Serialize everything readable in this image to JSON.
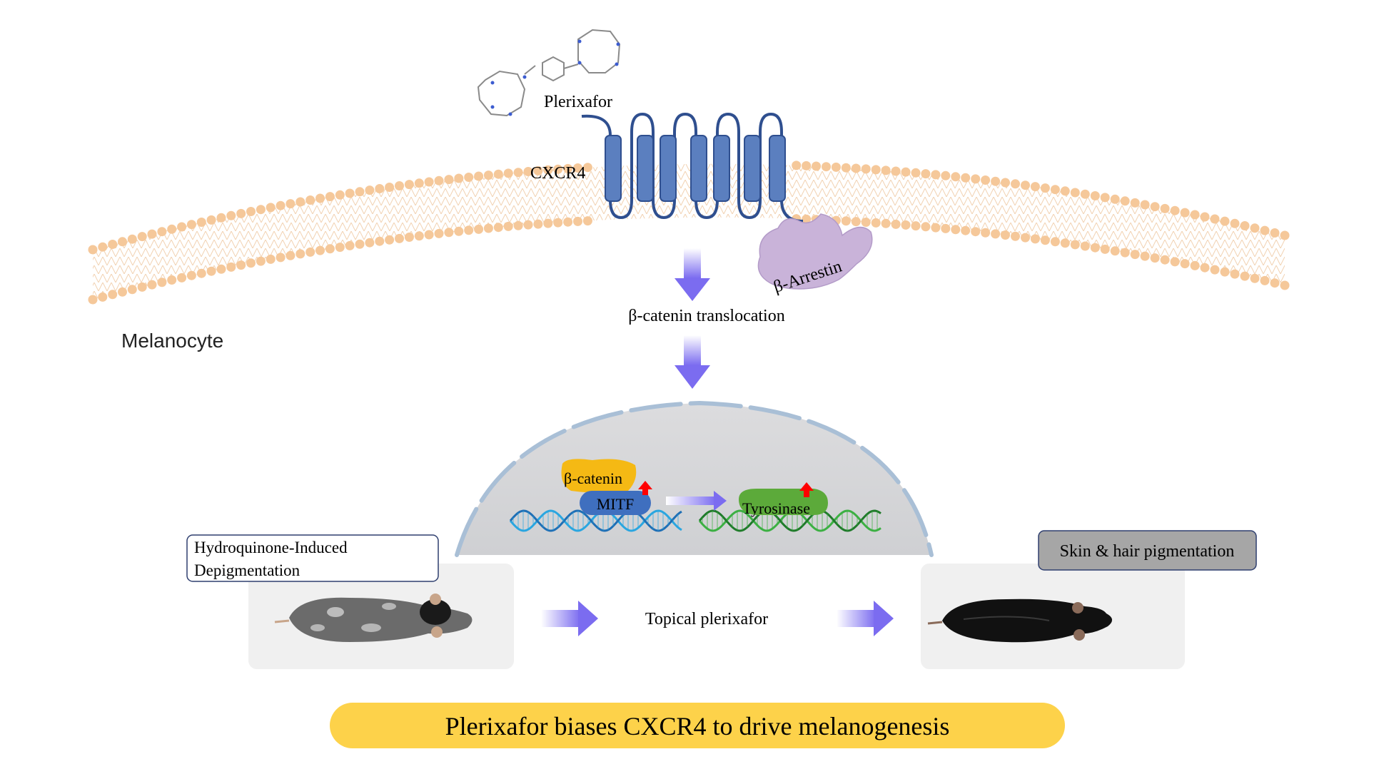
{
  "labels": {
    "plerixafor": "Plerixafor",
    "cxcr4": "CXCR4",
    "beta_arrestin": "β-Arrestin",
    "beta_catenin_translocation": "β-catenin translocation",
    "melanocyte": "Melanocyte",
    "beta_catenin": "β-catenin",
    "mitf": "MITF",
    "tyrosinase": "Tyrosinase",
    "hydroquinone_line1": "Hydroquinone-Induced",
    "hydroquinone_line2": "Depigmentation",
    "topical_plerixafor": "Topical plerixafor",
    "skin_hair": "Skin & hair pigmentation",
    "conclusion": "Plerixafor biases CXCR4 to drive melanogenesis"
  },
  "colors": {
    "membrane": "#f5c89a",
    "membrane_tail": "#f3d9bd",
    "receptor": "#5b7fbf",
    "receptor_outline": "#2f4f8f",
    "arrestin": "#c9b3d9",
    "arrow_gradient_start": "#ffffff",
    "arrow_gradient_end": "#7b6cf0",
    "nucleus": "#d8d9db",
    "nucleus_envelope": "#a9bfd6",
    "beta_catenin": "#f5b914",
    "mitf": "#3f6fbf",
    "tyrosinase": "#5caa3a",
    "up_arrow": "#ff0000",
    "dna_blue": "#2aa6e0",
    "dna_green": "#3cb043",
    "banner": "#fdd24a",
    "label_box_gray": "#a6a6a6"
  },
  "icons": [
    "plerixafor-molecule-icon",
    "up-arrow-icon",
    "mouse-depigmented-icon",
    "mouse-pigmented-icon",
    "dna-helix-icon"
  ]
}
